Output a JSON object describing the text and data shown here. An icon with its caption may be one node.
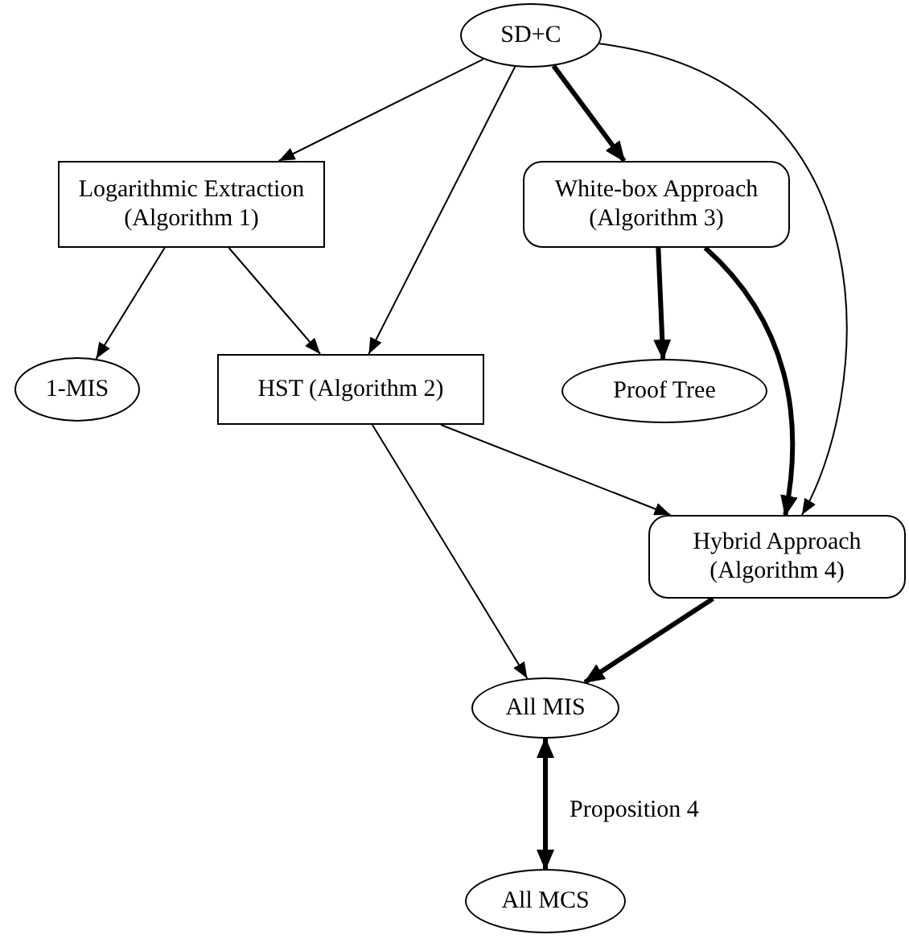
{
  "diagram": {
    "nodes": [
      {
        "text": [
          "SD+C"
        ]
      },
      {
        "text": [
          "Logarithmic Extraction (Algorithm 1)"
        ]
      },
      {
        "text": [
          "White-box Approach (Algorithm 3)"
        ]
      },
      {
        "text": [
          "1-MIS"
        ]
      },
      {
        "text": [
          "HST (Algorithm 2)"
        ]
      },
      {
        "text": [
          "Proof Tree"
        ]
      },
      {
        "text": [
          "Hybrid Approach (Algorithm 4)"
        ]
      },
      {
        "text": [
          "All MIS"
        ]
      },
      {
        "text": [
          "All MCS"
        ]
      }
    ],
    "edges": [
      {
        "from": 0,
        "to": 1,
        "arrow": "to"
      },
      {
        "from": 0,
        "to": 4,
        "arrow": "to"
      },
      {
        "from": 0,
        "to": 2,
        "arrow": "to",
        "style": "thick"
      },
      {
        "from": 0,
        "to": 6,
        "arrow": "to"
      },
      {
        "from": 1,
        "to": 3,
        "arrow": "to"
      },
      {
        "from": 1,
        "to": 4,
        "arrow": "to"
      },
      {
        "from": 2,
        "to": 5,
        "arrow": "to",
        "style": "thick"
      },
      {
        "from": 2,
        "to": 6,
        "arrow": "to",
        "style": "thick"
      },
      {
        "from": 4,
        "to": 6,
        "arrow": "to"
      },
      {
        "from": 4,
        "to": 7,
        "arrow": "to"
      },
      {
        "from": 6,
        "to": 7,
        "arrow": "to",
        "style": "thick"
      },
      {
        "from": 7,
        "to": 8,
        "arrow": "both",
        "style": "thick",
        "label": "Proposition 4"
      }
    ]
  }
}
